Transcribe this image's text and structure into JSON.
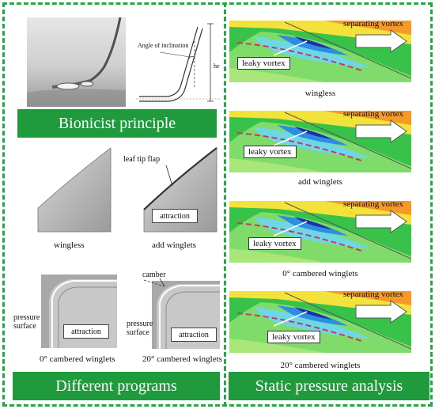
{
  "left": {
    "photo_diagram": {
      "angle_label": "Angle of inclination",
      "height_label": "he"
    },
    "principle_title": "Bionicist principle",
    "shapes": {
      "wingless_caption": "wingless",
      "winglets_caption": "add winglets",
      "leaf_tip_label": "leaf tip flap",
      "attraction_label": "attraction"
    },
    "cambered": {
      "camber_label": "camber",
      "pressure_surface_label": "pressure surface",
      "attraction_label": "attraction",
      "caption_0": "0° cambered winglets",
      "caption_20": "20° cambered winglets"
    },
    "programs_title": "Different programs"
  },
  "right": {
    "panels": [
      {
        "separating": "separating vortex",
        "leaky": "leaky vortex",
        "caption": "wingless"
      },
      {
        "separating": "separating vortex",
        "leaky": "leaky vortex",
        "caption": "add winglets"
      },
      {
        "separating": "separating vortex",
        "leaky": "leaky vortex",
        "caption": "0° cambered winglets"
      },
      {
        "separating": "separating vortex",
        "leaky": "leaky vortex",
        "caption": "20° cambered winglets"
      }
    ],
    "analysis_title": "Static pressure analysis"
  },
  "colors": {
    "frame": "#22a845",
    "band": "#1f9a3c"
  }
}
